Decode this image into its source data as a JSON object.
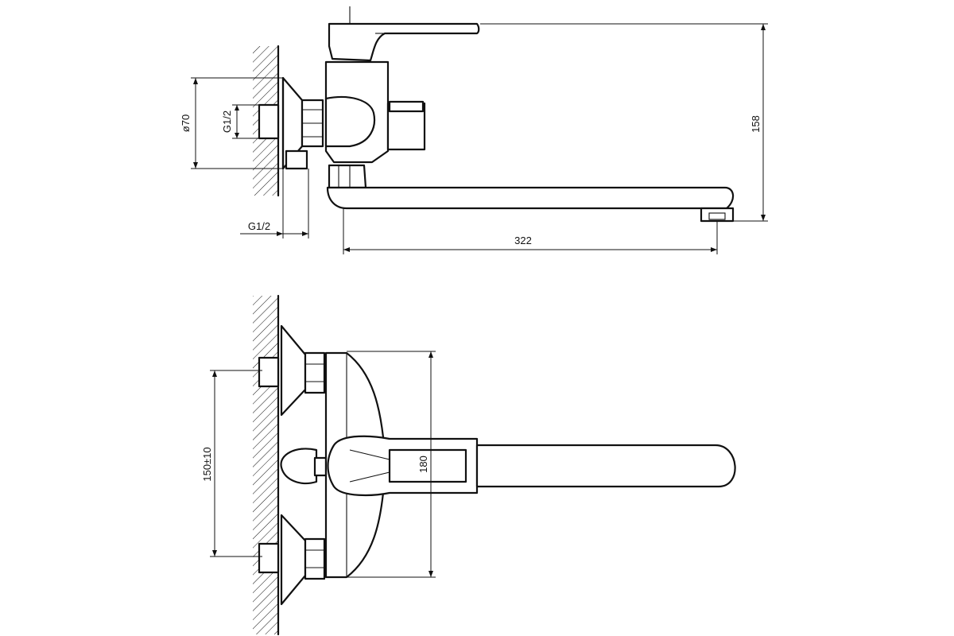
{
  "dimensions": {
    "diameter": "ø70",
    "thread_vertical": "G1/2",
    "thread_horizontal": "G1/2",
    "height": "158",
    "spout_length": "322",
    "center_distance": "150±10",
    "body_height": "180"
  },
  "colors": {
    "line": "#111111",
    "background": "#ffffff"
  }
}
